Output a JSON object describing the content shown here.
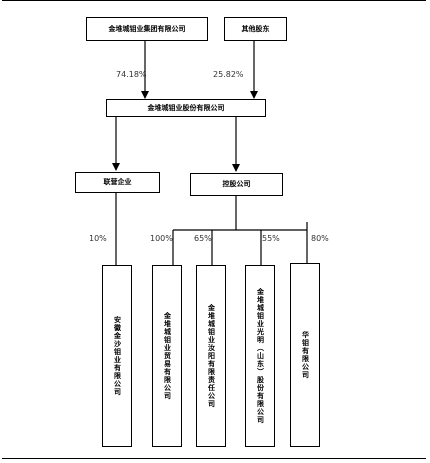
{
  "entities": {
    "group_parent": "金堆城钼业集团有限公司",
    "other_shareholders": "其他股东",
    "listed_company": "金堆城钼业股份有限公司",
    "jointly_controlled_category": "联营企业",
    "subsidiary_category": "控股公司",
    "investee_anhui": "安徽金沙钼业有限公司",
    "sub_trade": "金堆城钼业贸易有限公司",
    "sub_luoyang": "金堆城钼业汝阳有限责任公司",
    "sub_guangming": "金堆城钼业光明（山东）股份有限公司",
    "sub_huajun": "华钼有限公司"
  },
  "stakes": {
    "group_to_listed": "74.18%",
    "others_to_listed": "25.82%",
    "anhui": "10%",
    "trade": "100%",
    "luoyang": "65%",
    "guangming": "55%",
    "huajun": "80%"
  }
}
